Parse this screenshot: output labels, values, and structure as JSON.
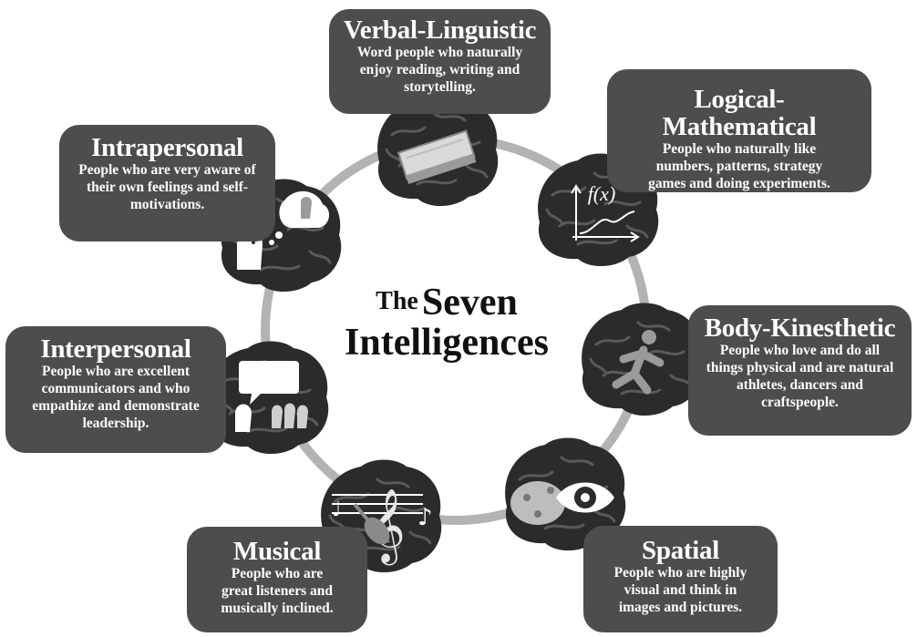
{
  "title": {
    "the": "The",
    "seven": "Seven",
    "intelligences": "Intelligences"
  },
  "intelligences": [
    {
      "name": "Verbal-Linguistic",
      "description": "Word people who naturally enjoy reading, writing and storytelling.",
      "icon": "book-icon"
    },
    {
      "name": "Logical-Mathematical",
      "description": "People who naturally like numbers, patterns, strategy games and doing experiments.",
      "icon": "function-graph-icon",
      "icon_label": "f(x)"
    },
    {
      "name": "Body-Kinesthetic",
      "description": "People who love and do all things physical and are natural athletes, dancers and craftspeople.",
      "icon": "running-person-icon"
    },
    {
      "name": "Spatial",
      "description": "People who are highly visual and think in images and pictures.",
      "icon": "eye-palette-icon"
    },
    {
      "name": "Musical",
      "description": "People who are great listeners and musically inclined.",
      "icon": "violin-music-icon"
    },
    {
      "name": "Interpersonal",
      "description": "People who are excellent communicators and who empathize and demonstrate leadership.",
      "icon": "speech-group-icon"
    },
    {
      "name": "Intrapersonal",
      "description": "People who are very aware of their own feelings and self-motivations.",
      "icon": "thinking-head-icon"
    }
  ],
  "colors": {
    "box_bg": "#4d4d4d",
    "box_text": "#ffffff",
    "ring": "#b3b3b3",
    "brain": "#2b2b2b",
    "brain_highlight": "#555555",
    "title_text": "#111111"
  }
}
